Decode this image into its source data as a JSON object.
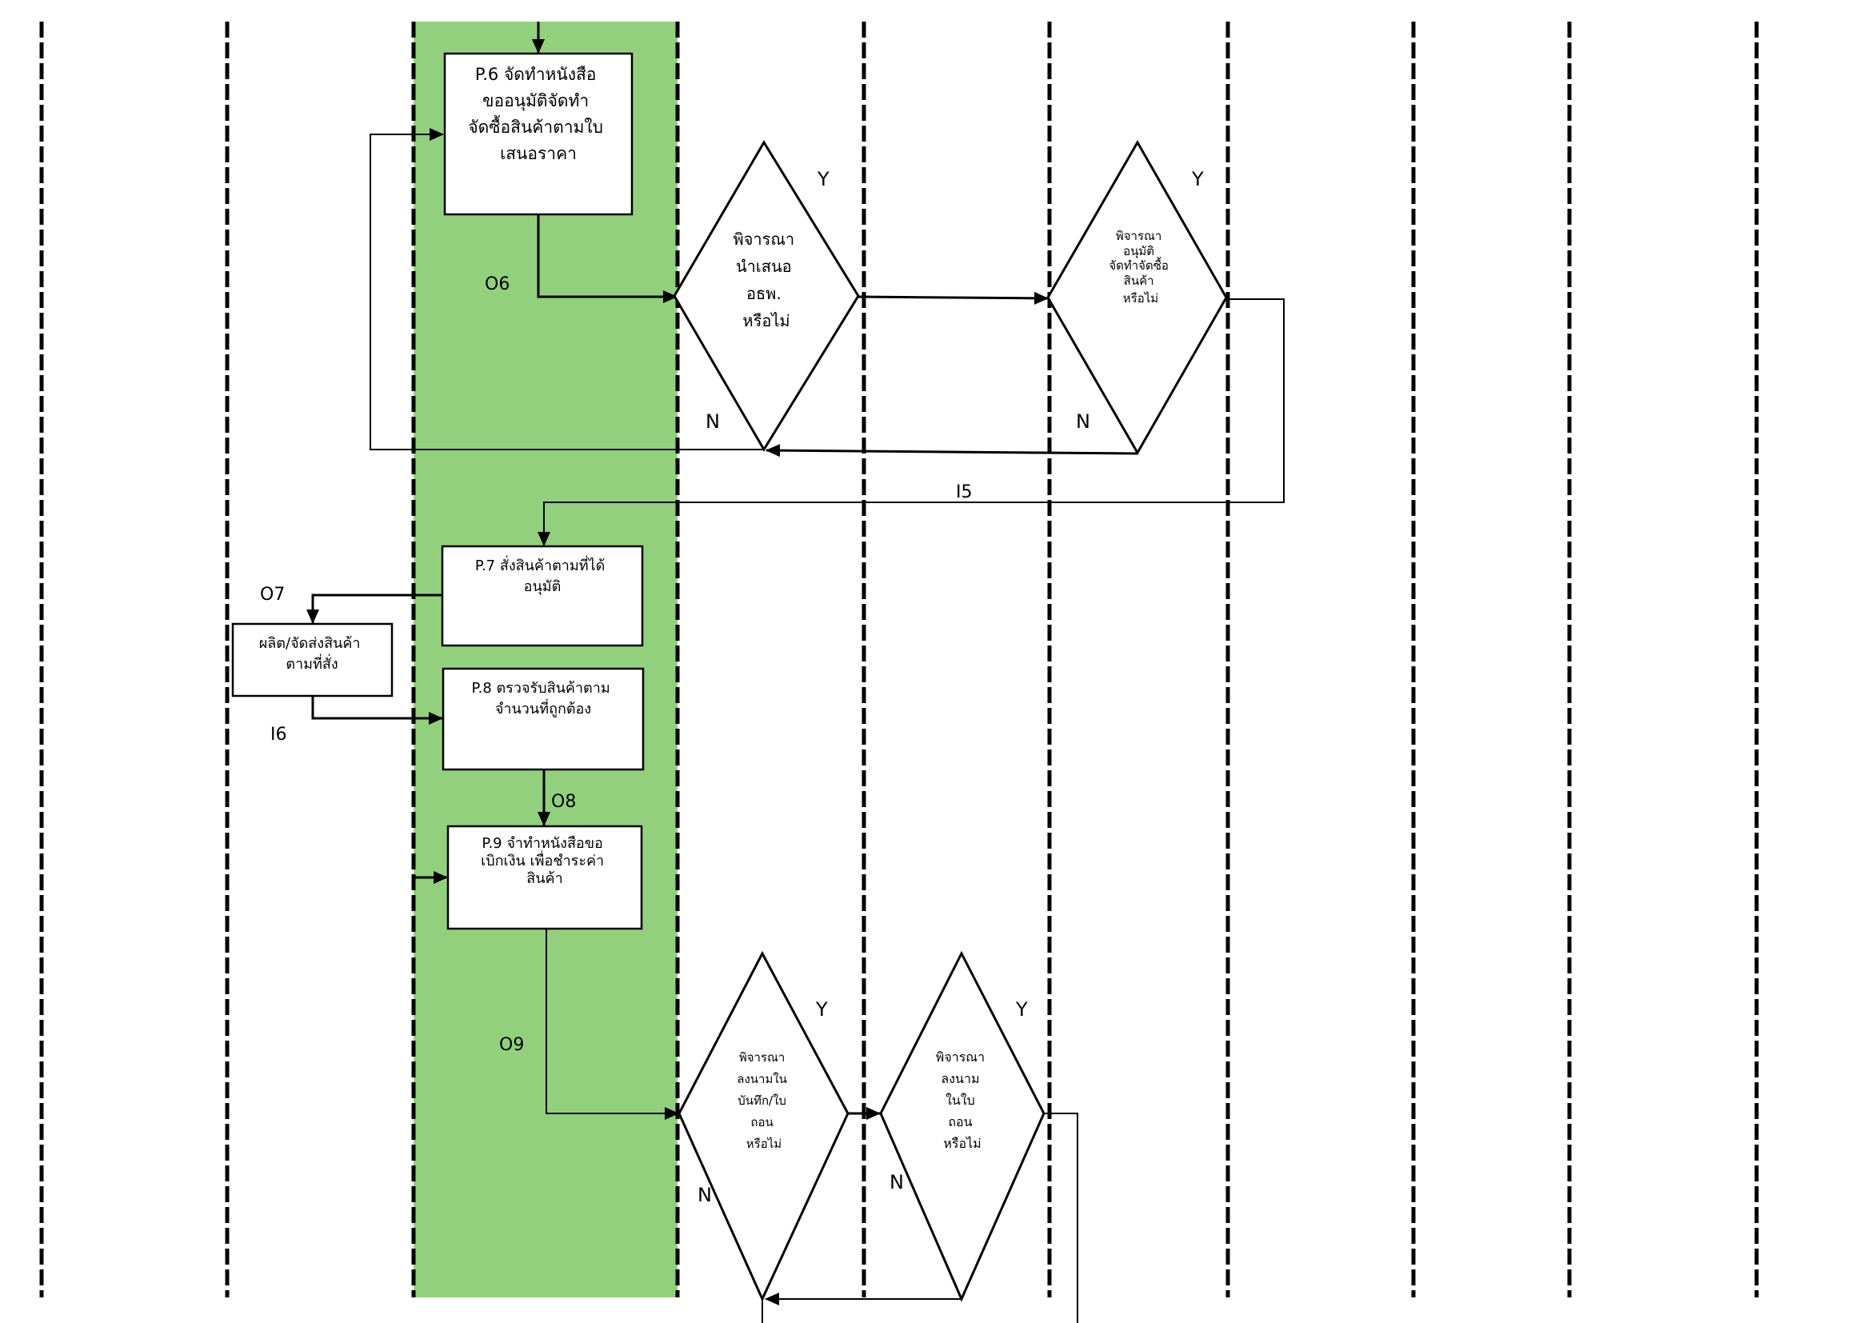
{
  "diagram": {
    "highlight_color": "#92d07e",
    "line_color": "#000000",
    "processes": {
      "p6": [
        "P.6 จัดทำหนังสือ",
        "ขออนุมัติจัดทำ",
        "จัดซื้อสินค้าตามใบ",
        "เสนอราคา"
      ],
      "p7": [
        "P.7 สั่งสินค้าตามที่ได้",
        "อนุมัติ"
      ],
      "p8": [
        "P.8 ตรวจรับสินค้าตาม",
        "จำนวนที่ถูกต้อง"
      ],
      "p9": [
        "P.9 จำทำหนังสือขอ",
        "เบิกเงิน เพื่อชำระค่า",
        "สินค้า"
      ],
      "supplier": [
        "ผลิต/จัดส่งสินค้า",
        "ตามที่สั่ง"
      ]
    },
    "decisions": {
      "d1": [
        "พิจารณา",
        "นำเสนอ",
        "อธพ.",
        "หรือไม่"
      ],
      "d2": [
        "พิจารณา",
        "อนุมัติ",
        "จัดทำจัดซื้อ",
        "สินค้า",
        "หรือไม่"
      ],
      "d3": [
        "พิจารณา",
        "ลงนามใน",
        "บันทึก/ใบ",
        "ถอน",
        "หรือไม่"
      ],
      "d4": [
        "พิจารณา",
        "ลงนาม",
        "ในใบ",
        "ถอน",
        "หรือไม่"
      ]
    },
    "flow_labels": {
      "o6": "O6",
      "o7": "O7",
      "o8": "O8",
      "o9": "O9",
      "i5": "I5",
      "i6": "I6"
    },
    "branch_labels": {
      "yes": "Y",
      "no": "N"
    }
  }
}
